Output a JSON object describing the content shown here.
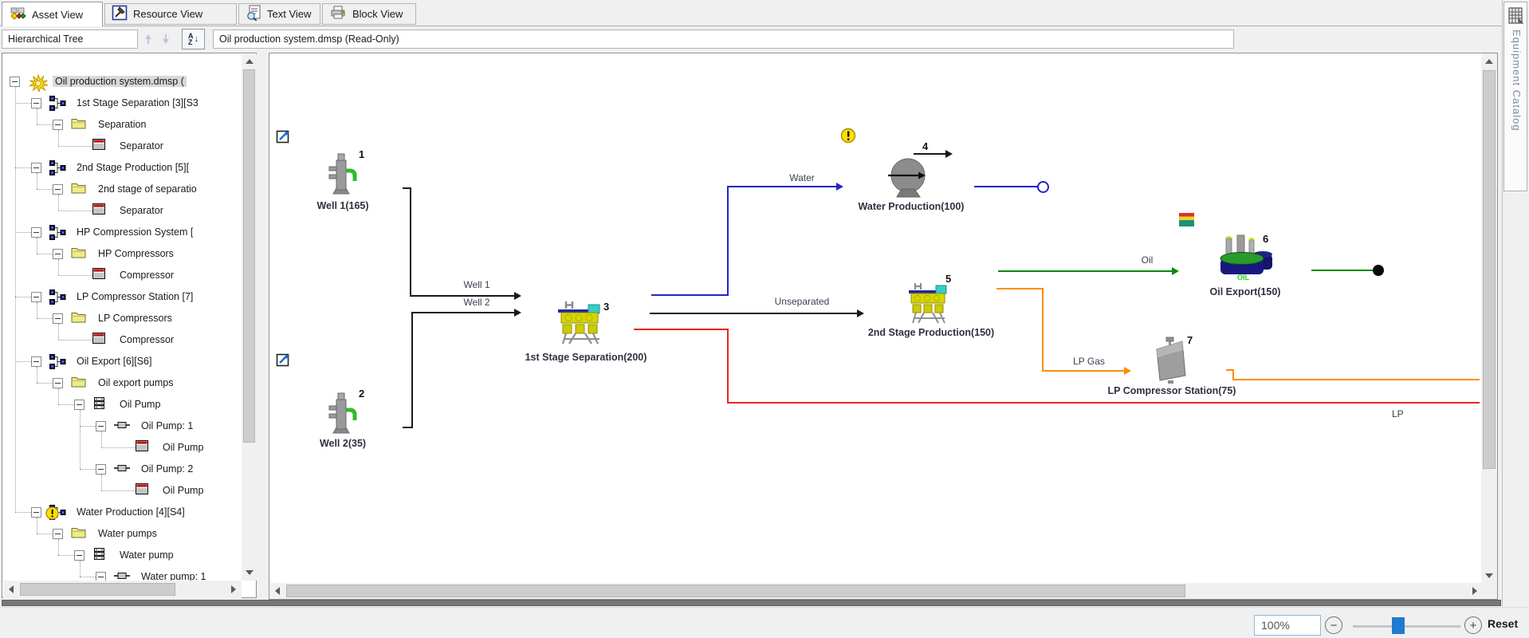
{
  "window": {
    "doc_title": "Oil production system.dmsp (Read-Only)"
  },
  "tabs": [
    {
      "label": "Asset View",
      "icon": "asset-view-icon",
      "active": true
    },
    {
      "label": "Resource View",
      "icon": "resource-view-icon",
      "active": false
    },
    {
      "label": "Text View",
      "icon": "text-view-icon",
      "active": false
    },
    {
      "label": "Block View",
      "icon": "block-view-icon",
      "active": false
    }
  ],
  "toolbar": {
    "tree_selector_value": "Hierarchical Tree",
    "sort_letters": [
      "A",
      "Z"
    ],
    "sort_arrow": "↓"
  },
  "tree": {
    "items": [
      {
        "label": "Oil production system.dmsp (",
        "level": 0,
        "icon": "sun",
        "expander": "minus",
        "selected": true
      },
      {
        "label": "1st Stage Separation [3][S3",
        "level": 1,
        "icon": "system",
        "expander": "minus"
      },
      {
        "label": "Separation",
        "level": 2,
        "icon": "folder",
        "expander": "minus"
      },
      {
        "label": "Separator",
        "level": 3,
        "icon": "window"
      },
      {
        "label": "2nd Stage Production [5][",
        "level": 1,
        "icon": "system",
        "expander": "minus"
      },
      {
        "label": "2nd stage of separatio",
        "level": 2,
        "icon": "folder",
        "expander": "minus"
      },
      {
        "label": "Separator",
        "level": 3,
        "icon": "window"
      },
      {
        "label": "HP Compression System [",
        "level": 1,
        "icon": "system",
        "expander": "minus"
      },
      {
        "label": "HP Compressors",
        "level": 2,
        "icon": "folder",
        "expander": "minus"
      },
      {
        "label": "Compressor",
        "level": 3,
        "icon": "window"
      },
      {
        "label": "LP Compressor Station [7]",
        "level": 1,
        "icon": "system",
        "expander": "minus"
      },
      {
        "label": "LP Compressors",
        "level": 2,
        "icon": "folder",
        "expander": "minus"
      },
      {
        "label": "Compressor",
        "level": 3,
        "icon": "window"
      },
      {
        "label": "Oil Export [6][S6]",
        "level": 1,
        "icon": "system",
        "expander": "minus"
      },
      {
        "label": "Oil export pumps",
        "level": 2,
        "icon": "folder",
        "expander": "minus"
      },
      {
        "label": "Oil Pump",
        "level": 3,
        "icon": "stack",
        "expander": "minus"
      },
      {
        "label": "Oil Pump: 1",
        "level": 4,
        "icon": "resistor",
        "expander": "minus"
      },
      {
        "label": "Oil Pump",
        "level": 5,
        "icon": "window"
      },
      {
        "label": "Oil Pump: 2",
        "level": 4,
        "icon": "resistor",
        "expander": "minus"
      },
      {
        "label": "Oil Pump",
        "level": 5,
        "icon": "window"
      },
      {
        "label": "Water Production [4][S4]",
        "level": 1,
        "icon": "system",
        "expander": "minus",
        "warning": true
      },
      {
        "label": "Water pumps",
        "level": 2,
        "icon": "folder",
        "expander": "minus"
      },
      {
        "label": "Water pump",
        "level": 3,
        "icon": "stack",
        "expander": "minus"
      },
      {
        "label": "Water pump: 1",
        "level": 4,
        "icon": "resistor",
        "expander": "minus"
      }
    ]
  },
  "diagram": {
    "nodes": {
      "well1": {
        "num": "1",
        "label": "Well 1(165)"
      },
      "well2": {
        "num": "2",
        "label": "Well 2(35)"
      },
      "sep1": {
        "num": "3",
        "label": "1st Stage Separation(200)"
      },
      "water_prod": {
        "num": "4",
        "label": "Water Production(100)"
      },
      "sep2": {
        "num": "5",
        "label": "2nd Stage Production(150)"
      },
      "oil_export": {
        "num": "6",
        "label": "Oil Export(150)",
        "oil_text": "OIL"
      },
      "lp_comp": {
        "num": "7",
        "label": "LP Compressor Station(75)"
      }
    },
    "flow_labels": {
      "well1": "Well 1",
      "well2": "Well 2",
      "water": "Water",
      "unseparated": "Unseparated",
      "oil": "Oil",
      "lp_gas": "LP Gas",
      "lp_truncated": "LP"
    },
    "colors": {
      "water_line": "#2323cc",
      "oil_line": "#0a870a",
      "gas_line": "#ff8c00",
      "lp_line": "#e82525",
      "feed_line": "#1a1a1a"
    }
  },
  "equipment_catalog": {
    "label": "Equipment Catalog"
  },
  "statusbar": {
    "zoom_value": "100%",
    "zoom_out_glyph": "−",
    "zoom_in_glyph": "+",
    "reset_label": "Reset"
  }
}
